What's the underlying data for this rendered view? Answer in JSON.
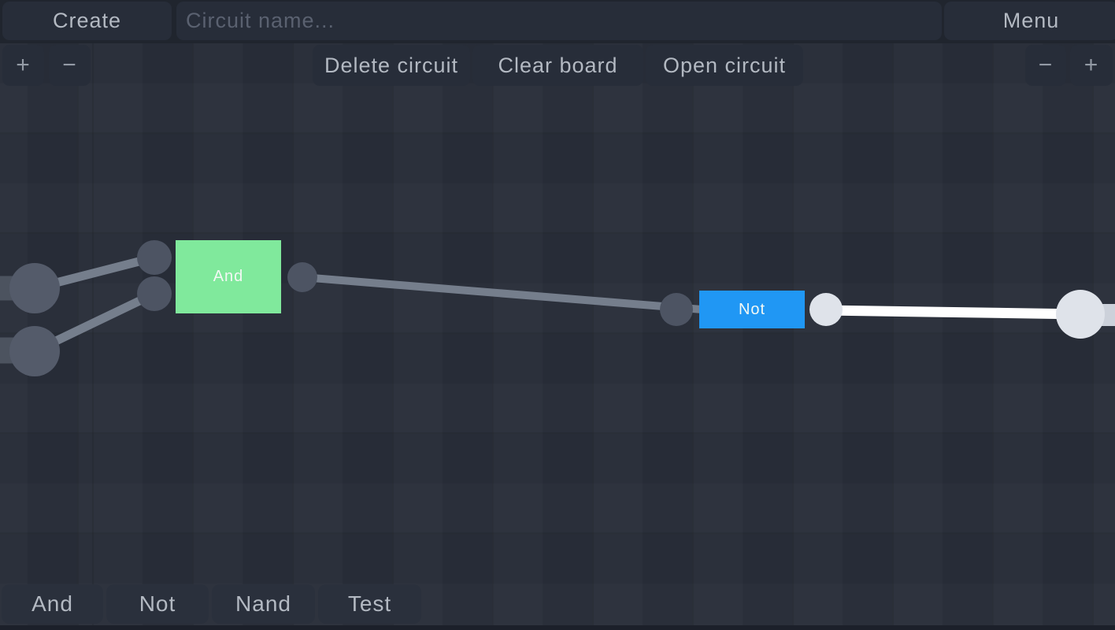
{
  "header": {
    "create": "Create",
    "circuit_name_placeholder": "Circuit name...",
    "circuit_name_value": "",
    "menu": "Menu"
  },
  "actions": {
    "zoom_in_left": "+",
    "zoom_out_left": "−",
    "delete_circuit": "Delete circuit",
    "clear_board": "Clear board",
    "open_circuit": "Open circuit",
    "zoom_out_right": "−",
    "zoom_in_right": "+"
  },
  "palette": {
    "items": [
      {
        "label": "And"
      },
      {
        "label": "Not"
      },
      {
        "label": "Nand"
      },
      {
        "label": "Test"
      }
    ]
  },
  "circuit": {
    "gates": [
      {
        "label": "And",
        "type": "and",
        "powered": false
      },
      {
        "label": "Not",
        "type": "not",
        "powered": true
      }
    ],
    "colors": {
      "and_gate": "#80e99c",
      "not_gate": "#2097f4",
      "wire_off": "#757e8c",
      "wire_on": "#ffffff",
      "node_off": "#4d5463",
      "node_on": "#dfe3ea",
      "switch_node": "#545b6a",
      "input_stub": "#4c535f",
      "output_stub": "#ccd1da"
    }
  }
}
